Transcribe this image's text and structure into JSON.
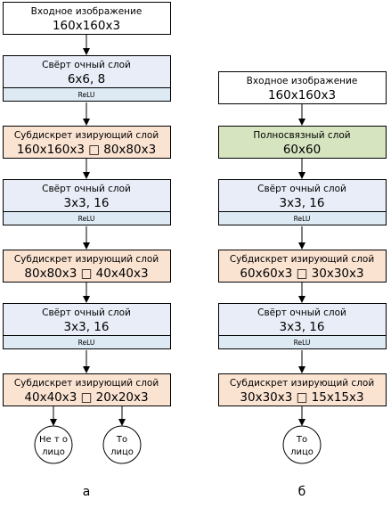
{
  "panels": [
    {
      "label": "а",
      "blocks": [
        {
          "type": "input",
          "title": "Входное изображение",
          "value": "160x160x3"
        },
        {
          "type": "conv",
          "title": "Свёрт очный слой",
          "value": "6x6, 8",
          "activation": "ReLU"
        },
        {
          "type": "pool",
          "title": "Субдискрет изирующий слой",
          "value": "160x160x3 □ 80x80x3"
        },
        {
          "type": "conv",
          "title": "Свёрт очный слой",
          "value": "3x3, 16",
          "activation": "ReLU"
        },
        {
          "type": "pool",
          "title": "Субдискрет изирующий слой",
          "value": "80x80x3 □ 40x40x3"
        },
        {
          "type": "conv",
          "title": "Свёрт очный слой",
          "value": "3x3, 16",
          "activation": "ReLU"
        },
        {
          "type": "pool",
          "title": "Субдискрет изирующий слой",
          "value": "40x40x3 □ 20x20x3"
        }
      ],
      "outputs": [
        {
          "line1": "Не т о",
          "line2": "лицо"
        },
        {
          "line1": "То",
          "line2": "лицо"
        }
      ]
    },
    {
      "label": "б",
      "blocks": [
        {
          "type": "input",
          "title": "Входное изображение",
          "value": "160x160x3"
        },
        {
          "type": "dense",
          "title": "Полносвязный слой",
          "value": "60x60"
        },
        {
          "type": "conv",
          "title": "Свёрт очный слой",
          "value": "3x3, 16",
          "activation": "ReLU"
        },
        {
          "type": "pool",
          "title": "Субдискрет изирующий слой",
          "value": "60x60x3 □ 30x30x3"
        },
        {
          "type": "conv",
          "title": "Свёрт очный слой",
          "value": "3x3, 16",
          "activation": "ReLU"
        },
        {
          "type": "pool",
          "title": "Субдискрет изирующий слой",
          "value": "30x30x3 □ 15x15x3"
        }
      ],
      "outputs": [
        {
          "line1": "То",
          "line2": "лицо"
        }
      ]
    }
  ],
  "colors": {
    "input_fill": "#ffffff",
    "conv_fill": "#e8edf7",
    "relu_fill": "#dde9f3",
    "pool_fill": "#fbe3d2",
    "dense_fill": "#d6e4bf",
    "border": "#000000"
  }
}
